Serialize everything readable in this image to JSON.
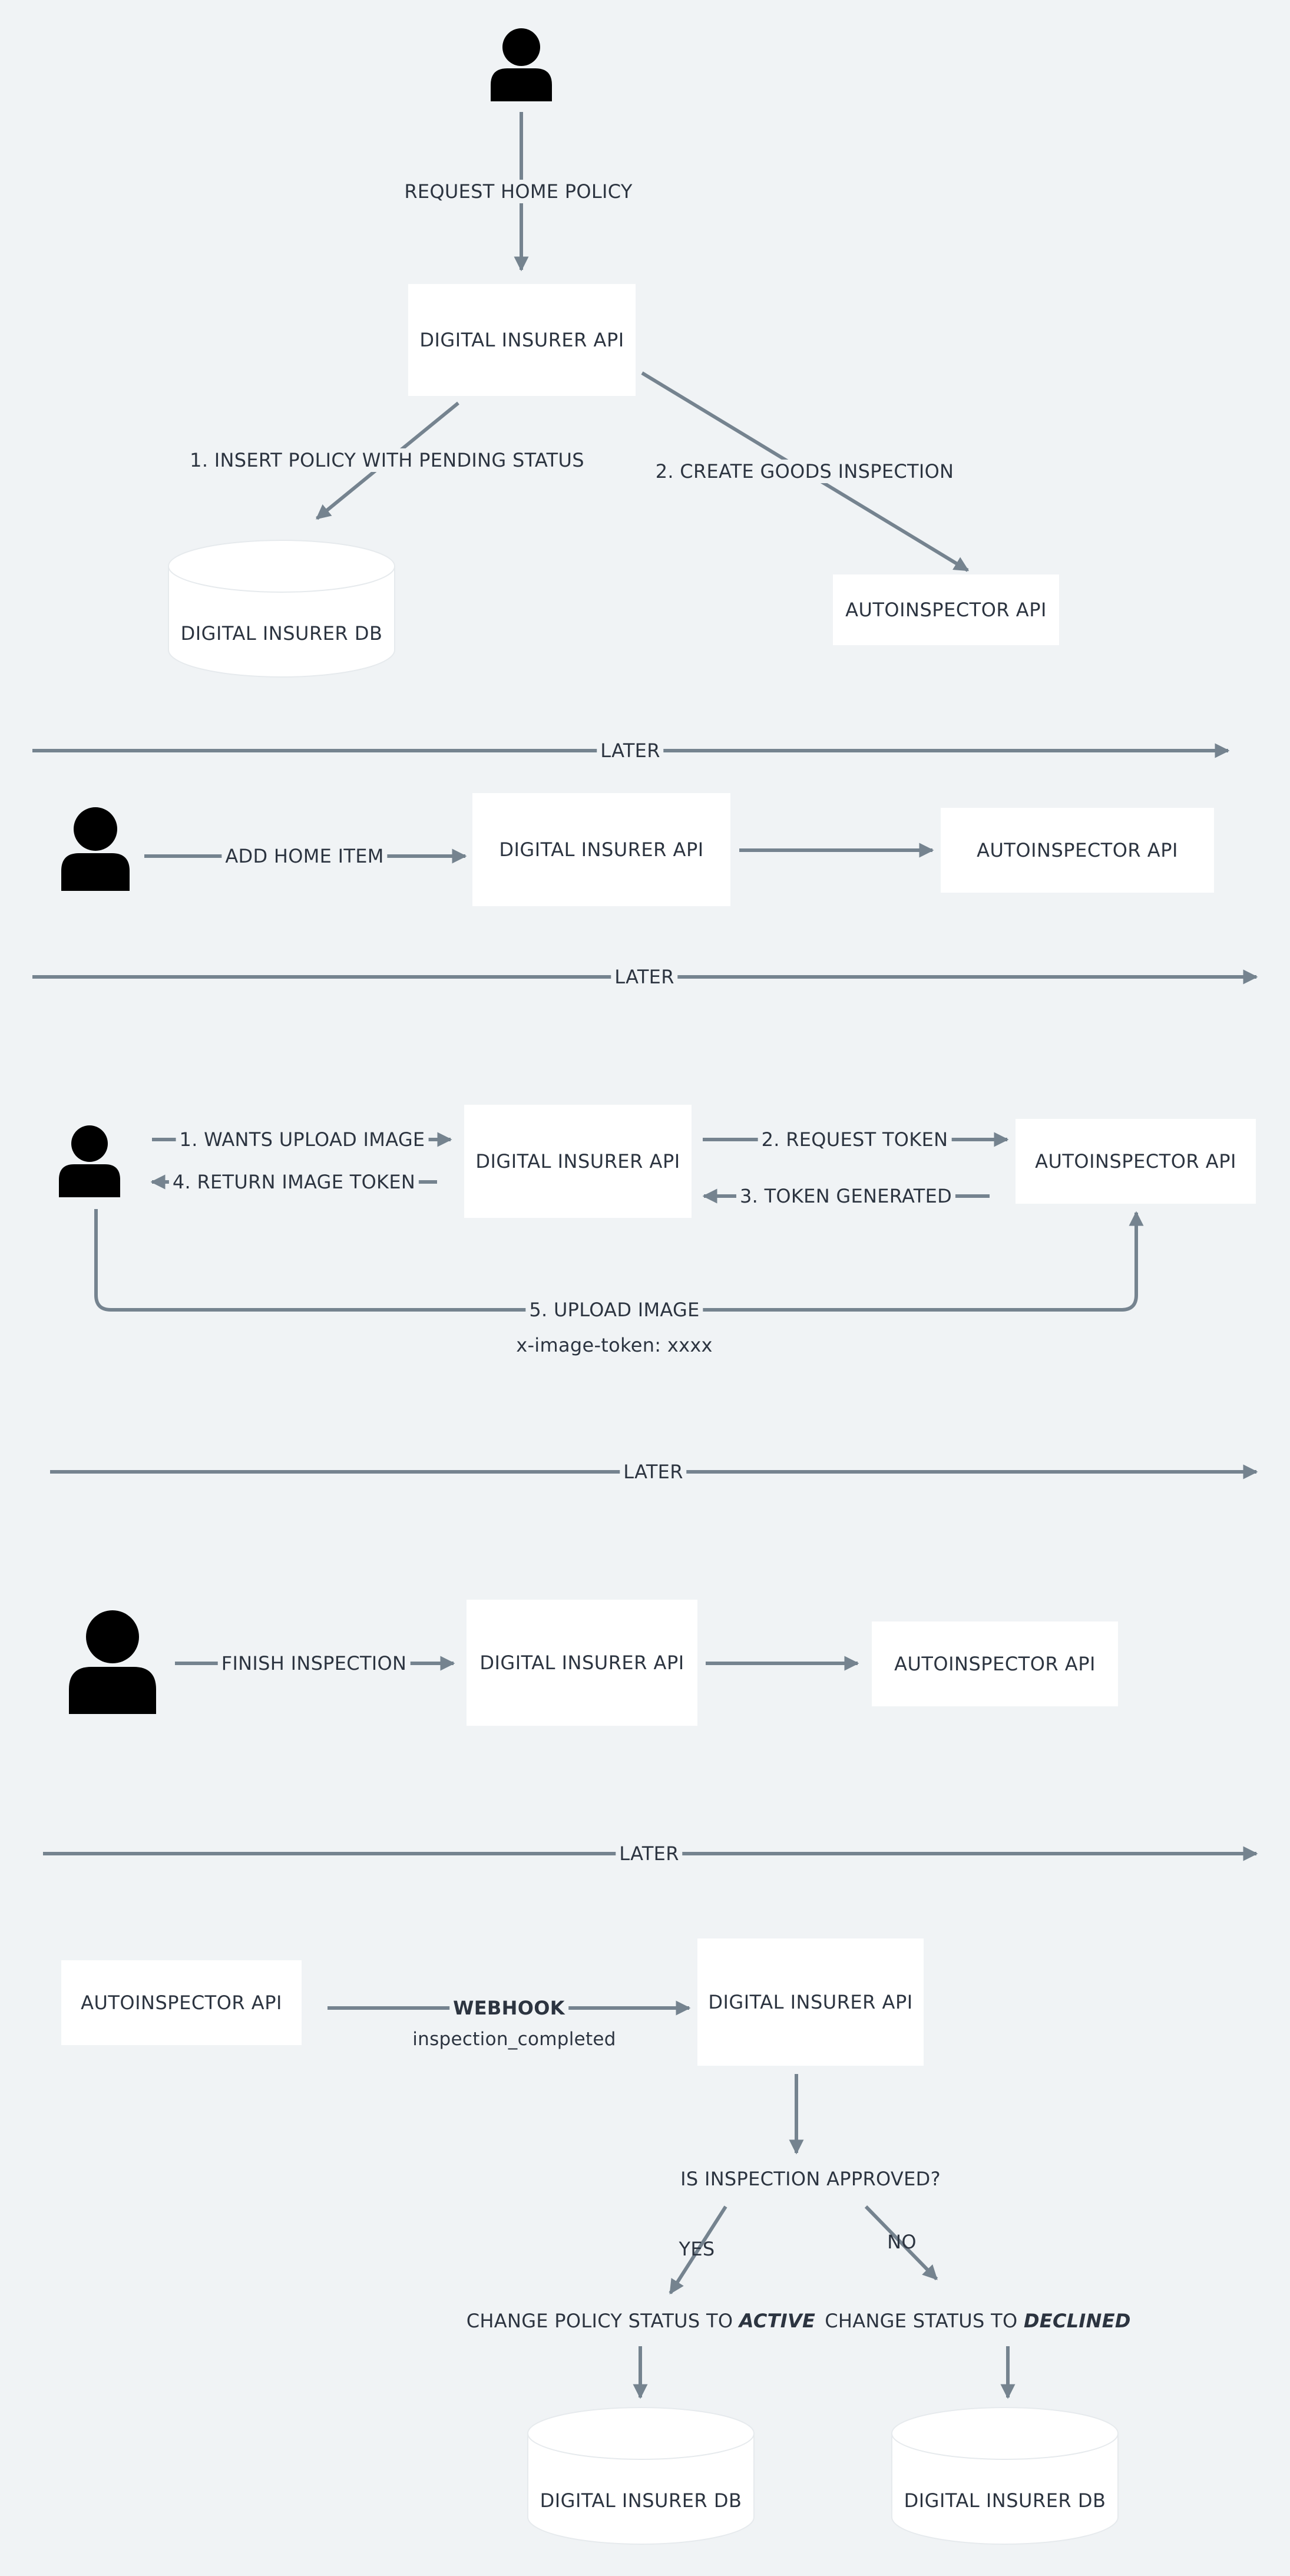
{
  "stage1": {
    "label_request": "REQUEST HOME POLICY",
    "api_box": "DIGITAL INSURER API",
    "label_insert": "1. INSERT POLICY WITH PENDING STATUS",
    "label_create": "2. CREATE GOODS INSPECTION",
    "db_box": "DIGITAL INSURER DB",
    "autoinspector_box": "AUTOINSPECTOR API"
  },
  "later_label": "LATER",
  "stage2": {
    "label_add": "ADD HOME ITEM",
    "api_box": "DIGITAL INSURER API",
    "autoinspector_box": "AUTOINSPECTOR API"
  },
  "stage3": {
    "label_wants": "1. WANTS UPLOAD IMAGE",
    "label_return": "4. RETURN IMAGE TOKEN",
    "api_box": "DIGITAL INSURER API",
    "label_request_token": "2. REQUEST TOKEN",
    "label_token_generated": "3. TOKEN GENERATED",
    "autoinspector_box": "AUTOINSPECTOR API",
    "label_upload": "5. UPLOAD IMAGE",
    "label_header": "x-image-token: xxxx"
  },
  "stage4": {
    "label_finish": "FINISH INSPECTION",
    "api_box": "DIGITAL INSURER API",
    "autoinspector_box": "AUTOINSPECTOR API"
  },
  "stage5": {
    "autoinspector_box": "AUTOINSPECTOR API",
    "label_webhook": "WEBHOOK",
    "label_event": "inspection_completed",
    "api_box": "DIGITAL INSURER API",
    "question": "IS INSPECTION APPROVED?",
    "yes": "YES",
    "no": "NO",
    "change_active_prefix": "CHANGE POLICY STATUS TO",
    "change_active_value": "ACTIVE",
    "change_declined_prefix": "CHANGE STATUS TO",
    "change_declined_value": "DECLINED",
    "db_left": "DIGITAL INSURER DB",
    "db_right": "DIGITAL INSURER DB"
  },
  "colors": {
    "background": "#f0f3f5",
    "arrow": "#75838f",
    "box": "#ffffff",
    "text": "#2c3440",
    "person": "#000000"
  }
}
